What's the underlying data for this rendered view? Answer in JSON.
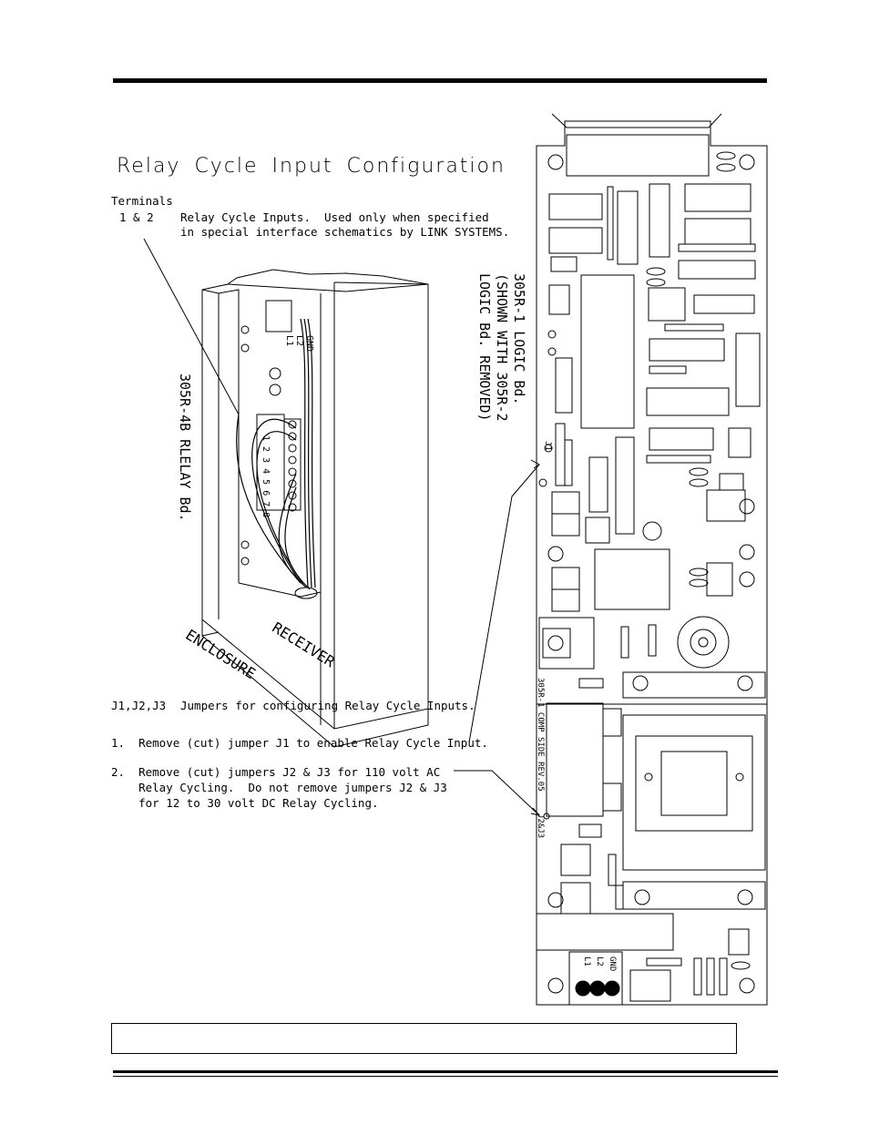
{
  "heading": "Relay Cycle Input Configuration",
  "terminals": {
    "label": "Terminals",
    "number": "1 & 2",
    "description_line1": "Relay Cycle Inputs.  Used only when specified",
    "description_line2": "in special interface schematics by LINK SYSTEMS."
  },
  "relay_board": {
    "label": "305R-4B RLELAY Bd.",
    "terminal_numbers": "1 2 3 4 5 6 7 8",
    "power_terminals": [
      "GND",
      "L2",
      "L1"
    ],
    "enclosure_label_line1": "RECEIVER",
    "enclosure_label_line2": "ENCLOSURE"
  },
  "logic_board": {
    "label_line1": "305R-1 LOGIC Bd.",
    "label_line2": "(SHOWN WITH 305R-2",
    "label_line3": "LOGIC Bd. REMOVED)",
    "silkscreen": "305R-1 COMP SIDE REV.05",
    "jumper_j1": "J1",
    "jumper_j2j3": "J2&J3",
    "power_terminals": [
      "GND",
      "L2",
      "L1"
    ]
  },
  "jumpers": {
    "label": "J1,J2,J3",
    "description": "Jumpers for configuring Relay Cycle Inputs."
  },
  "steps": [
    {
      "line1": "1.  Remove (cut) jumper J1 to enable Relay Cycle Input."
    },
    {
      "line1": "2.  Remove (cut) jumpers J2 & J3 for 110 volt AC",
      "line2": "    Relay Cycling.  Do not remove jumpers J2 & J3",
      "line3": "    for 12 to 30 volt DC Relay Cycling."
    }
  ],
  "footer": {
    "note": ""
  }
}
